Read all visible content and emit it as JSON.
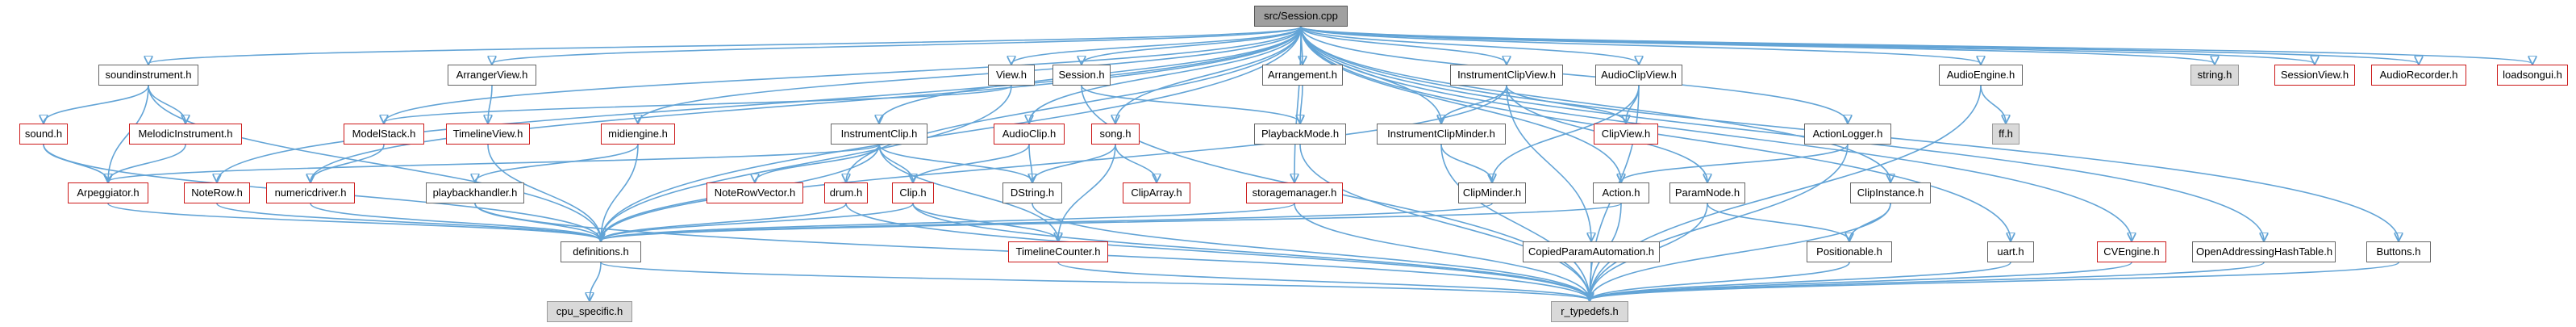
{
  "graph": {
    "colors": {
      "edge": "#63a4d6",
      "node_border": "#666666",
      "missing_border": "#cc1a1a",
      "system_fill": "#d9d9d9",
      "root_fill": "#a0a0a0"
    },
    "nodes": [
      {
        "id": "session_cpp",
        "label": "src/Session.cpp",
        "style": "dark"
      },
      {
        "id": "soundinstrument_h",
        "label": "soundinstrument.h",
        "style": "normal"
      },
      {
        "id": "arrangerview_h",
        "label": "ArrangerView.h",
        "style": "normal"
      },
      {
        "id": "view_h",
        "label": "View.h",
        "style": "normal"
      },
      {
        "id": "session_h",
        "label": "Session.h",
        "style": "normal"
      },
      {
        "id": "arrangement_h",
        "label": "Arrangement.h",
        "style": "normal"
      },
      {
        "id": "instrumentclipview_h",
        "label": "InstrumentClipView.h",
        "style": "normal"
      },
      {
        "id": "audioclipview_h",
        "label": "AudioClipView.h",
        "style": "normal"
      },
      {
        "id": "audioengine_h",
        "label": "AudioEngine.h",
        "style": "normal"
      },
      {
        "id": "string_h",
        "label": "string.h",
        "style": "grey"
      },
      {
        "id": "sessionview_h",
        "label": "SessionView.h",
        "style": "red"
      },
      {
        "id": "audiorecorder_h",
        "label": "AudioRecorder.h",
        "style": "red"
      },
      {
        "id": "loadsongui_h",
        "label": "loadsongui.h",
        "style": "red"
      },
      {
        "id": "sound_h",
        "label": "sound.h",
        "style": "red"
      },
      {
        "id": "melodicinstrument_h",
        "label": "MelodicInstrument.h",
        "style": "red"
      },
      {
        "id": "modelstack_h",
        "label": "ModelStack.h",
        "style": "red"
      },
      {
        "id": "timelineview_h",
        "label": "TimelineView.h",
        "style": "red"
      },
      {
        "id": "midiengine_h",
        "label": "midiengine.h",
        "style": "red"
      },
      {
        "id": "instrumentclip_h",
        "label": "InstrumentClip.h",
        "style": "normal"
      },
      {
        "id": "audioclip_h",
        "label": "AudioClip.h",
        "style": "red"
      },
      {
        "id": "song_h",
        "label": "song.h",
        "style": "red"
      },
      {
        "id": "playbackmode_h",
        "label": "PlaybackMode.h",
        "style": "normal"
      },
      {
        "id": "instrumentclipminder_h",
        "label": "InstrumentClipMinder.h",
        "style": "normal"
      },
      {
        "id": "clipview_h",
        "label": "ClipView.h",
        "style": "red"
      },
      {
        "id": "actionlogger_h",
        "label": "ActionLogger.h",
        "style": "normal"
      },
      {
        "id": "ff_h",
        "label": "ff.h",
        "style": "grey"
      },
      {
        "id": "arpeggiator_h",
        "label": "Arpeggiator.h",
        "style": "red"
      },
      {
        "id": "noterow_h",
        "label": "NoteRow.h",
        "style": "red"
      },
      {
        "id": "numericdriver_h",
        "label": "numericdriver.h",
        "style": "red"
      },
      {
        "id": "playbackhandler_h",
        "label": "playbackhandler.h",
        "style": "normal"
      },
      {
        "id": "noterowvector_h",
        "label": "NoteRowVector.h",
        "style": "red"
      },
      {
        "id": "drum_h",
        "label": "drum.h",
        "style": "red"
      },
      {
        "id": "clip_h",
        "label": "Clip.h",
        "style": "red"
      },
      {
        "id": "dstring_h",
        "label": "DString.h",
        "style": "normal"
      },
      {
        "id": "cliparray_h",
        "label": "ClipArray.h",
        "style": "red"
      },
      {
        "id": "storagemanager_h",
        "label": "storagemanager.h",
        "style": "red"
      },
      {
        "id": "clipminder_h",
        "label": "ClipMinder.h",
        "style": "normal"
      },
      {
        "id": "action_h",
        "label": "Action.h",
        "style": "normal"
      },
      {
        "id": "paramnode_h",
        "label": "ParamNode.h",
        "style": "normal"
      },
      {
        "id": "clipinstance_h",
        "label": "ClipInstance.h",
        "style": "normal"
      },
      {
        "id": "definitions_h",
        "label": "definitions.h",
        "style": "normal"
      },
      {
        "id": "timelinecounter_h",
        "label": "TimelineCounter.h",
        "style": "red"
      },
      {
        "id": "copiedparamautomation_h",
        "label": "CopiedParamAutomation.h",
        "style": "normal"
      },
      {
        "id": "positionable_h",
        "label": "Positionable.h",
        "style": "normal"
      },
      {
        "id": "uart_h",
        "label": "uart.h",
        "style": "normal"
      },
      {
        "id": "cvengine_h",
        "label": "CVEngine.h",
        "style": "red"
      },
      {
        "id": "openaddressinghashtable_h",
        "label": "OpenAddressingHashTable.h",
        "style": "normal"
      },
      {
        "id": "buttons_h",
        "label": "Buttons.h",
        "style": "normal"
      },
      {
        "id": "cpu_specific_h",
        "label": "cpu_specific.h",
        "style": "grey"
      },
      {
        "id": "r_typedefs_h",
        "label": "r_typedefs.h",
        "style": "grey"
      }
    ],
    "edges": [
      [
        "session_cpp",
        "soundinstrument_h"
      ],
      [
        "session_cpp",
        "arrangerview_h"
      ],
      [
        "session_cpp",
        "view_h"
      ],
      [
        "session_cpp",
        "session_h"
      ],
      [
        "session_cpp",
        "arrangement_h"
      ],
      [
        "session_cpp",
        "instrumentclipview_h"
      ],
      [
        "session_cpp",
        "audioclipview_h"
      ],
      [
        "session_cpp",
        "audioengine_h"
      ],
      [
        "session_cpp",
        "string_h"
      ],
      [
        "session_cpp",
        "sessionview_h"
      ],
      [
        "session_cpp",
        "audiorecorder_h"
      ],
      [
        "session_cpp",
        "loadsongui_h"
      ],
      [
        "session_cpp",
        "modelstack_h"
      ],
      [
        "session_cpp",
        "midiengine_h"
      ],
      [
        "session_cpp",
        "instrumentclip_h"
      ],
      [
        "session_cpp",
        "audioclip_h"
      ],
      [
        "session_cpp",
        "song_h"
      ],
      [
        "session_cpp",
        "storagemanager_h"
      ],
      [
        "session_cpp",
        "instrumentclipminder_h"
      ],
      [
        "session_cpp",
        "actionlogger_h"
      ],
      [
        "session_cpp",
        "noterow_h"
      ],
      [
        "session_cpp",
        "numericdriver_h"
      ],
      [
        "session_cpp",
        "drum_h"
      ],
      [
        "session_cpp",
        "action_h"
      ],
      [
        "session_cpp",
        "clipinstance_h"
      ],
      [
        "session_cpp",
        "definitions_h"
      ],
      [
        "session_cpp",
        "uart_h"
      ],
      [
        "session_cpp",
        "cvengine_h"
      ],
      [
        "session_cpp",
        "openaddressinghashtable_h"
      ],
      [
        "session_cpp",
        "buttons_h"
      ],
      [
        "soundinstrument_h",
        "sound_h"
      ],
      [
        "soundinstrument_h",
        "melodicinstrument_h"
      ],
      [
        "soundinstrument_h",
        "arpeggiator_h"
      ],
      [
        "soundinstrument_h",
        "definitions_h"
      ],
      [
        "sound_h",
        "arpeggiator_h"
      ],
      [
        "sound_h",
        "definitions_h"
      ],
      [
        "melodicinstrument_h",
        "arpeggiator_h"
      ],
      [
        "arrangerview_h",
        "timelineview_h"
      ],
      [
        "view_h",
        "modelstack_h"
      ],
      [
        "view_h",
        "definitions_h"
      ],
      [
        "session_h",
        "playbackmode_h"
      ],
      [
        "session_h",
        "r_typedefs_h"
      ],
      [
        "arrangement_h",
        "playbackmode_h"
      ],
      [
        "instrumentclipview_h",
        "instrumentclipminder_h"
      ],
      [
        "instrumentclipview_h",
        "clipview_h"
      ],
      [
        "instrumentclipview_h",
        "paramnode_h"
      ],
      [
        "instrumentclipview_h",
        "copiedparamautomation_h"
      ],
      [
        "instrumentclipview_h",
        "definitions_h"
      ],
      [
        "audioclipview_h",
        "clipview_h"
      ],
      [
        "audioclipview_h",
        "clipminder_h"
      ],
      [
        "audioclipview_h",
        "r_typedefs_h"
      ],
      [
        "audioengine_h",
        "ff_h"
      ],
      [
        "audioengine_h",
        "r_typedefs_h"
      ],
      [
        "modelstack_h",
        "numericdriver_h"
      ],
      [
        "timelineview_h",
        "definitions_h"
      ],
      [
        "midiengine_h",
        "playbackhandler_h"
      ],
      [
        "midiengine_h",
        "definitions_h"
      ],
      [
        "instrumentclip_h",
        "arpeggiator_h"
      ],
      [
        "instrumentclip_h",
        "noterowvector_h"
      ],
      [
        "instrumentclip_h",
        "clip_h"
      ],
      [
        "instrumentclip_h",
        "dstring_h"
      ],
      [
        "instrumentclip_h",
        "timelinecounter_h"
      ],
      [
        "instrumentclip_h",
        "definitions_h"
      ],
      [
        "audioclip_h",
        "clip_h"
      ],
      [
        "audioclip_h",
        "dstring_h"
      ],
      [
        "song_h",
        "dstring_h"
      ],
      [
        "song_h",
        "cliparray_h"
      ],
      [
        "song_h",
        "timelinecounter_h"
      ],
      [
        "playbackmode_h",
        "r_typedefs_h"
      ],
      [
        "instrumentclipminder_h",
        "clipminder_h"
      ],
      [
        "instrumentclipminder_h",
        "r_typedefs_h"
      ],
      [
        "actionlogger_h",
        "action_h"
      ],
      [
        "actionlogger_h",
        "r_typedefs_h"
      ],
      [
        "arpeggiator_h",
        "definitions_h"
      ],
      [
        "noterow_h",
        "definitions_h"
      ],
      [
        "numericdriver_h",
        "definitions_h"
      ],
      [
        "playbackhandler_h",
        "definitions_h"
      ],
      [
        "playbackhandler_h",
        "r_typedefs_h"
      ],
      [
        "drum_h",
        "definitions_h"
      ],
      [
        "drum_h",
        "r_typedefs_h"
      ],
      [
        "clip_h",
        "definitions_h"
      ],
      [
        "clip_h",
        "timelinecounter_h"
      ],
      [
        "clip_h",
        "r_typedefs_h"
      ],
      [
        "dstring_h",
        "r_typedefs_h"
      ],
      [
        "storagemanager_h",
        "definitions_h"
      ],
      [
        "storagemanager_h",
        "r_typedefs_h"
      ],
      [
        "clipminder_h",
        "definitions_h"
      ],
      [
        "action_h",
        "definitions_h"
      ],
      [
        "action_h",
        "r_typedefs_h"
      ],
      [
        "paramnode_h",
        "positionable_h"
      ],
      [
        "paramnode_h",
        "r_typedefs_h"
      ],
      [
        "clipinstance_h",
        "positionable_h"
      ],
      [
        "clipinstance_h",
        "r_typedefs_h"
      ],
      [
        "definitions_h",
        "cpu_specific_h"
      ],
      [
        "definitions_h",
        "r_typedefs_h"
      ],
      [
        "timelinecounter_h",
        "r_typedefs_h"
      ],
      [
        "copiedparamautomation_h",
        "r_typedefs_h"
      ],
      [
        "positionable_h",
        "r_typedefs_h"
      ],
      [
        "uart_h",
        "r_typedefs_h"
      ],
      [
        "cvengine_h",
        "r_typedefs_h"
      ],
      [
        "openaddressinghashtable_h",
        "r_typedefs_h"
      ],
      [
        "buttons_h",
        "r_typedefs_h"
      ]
    ]
  }
}
